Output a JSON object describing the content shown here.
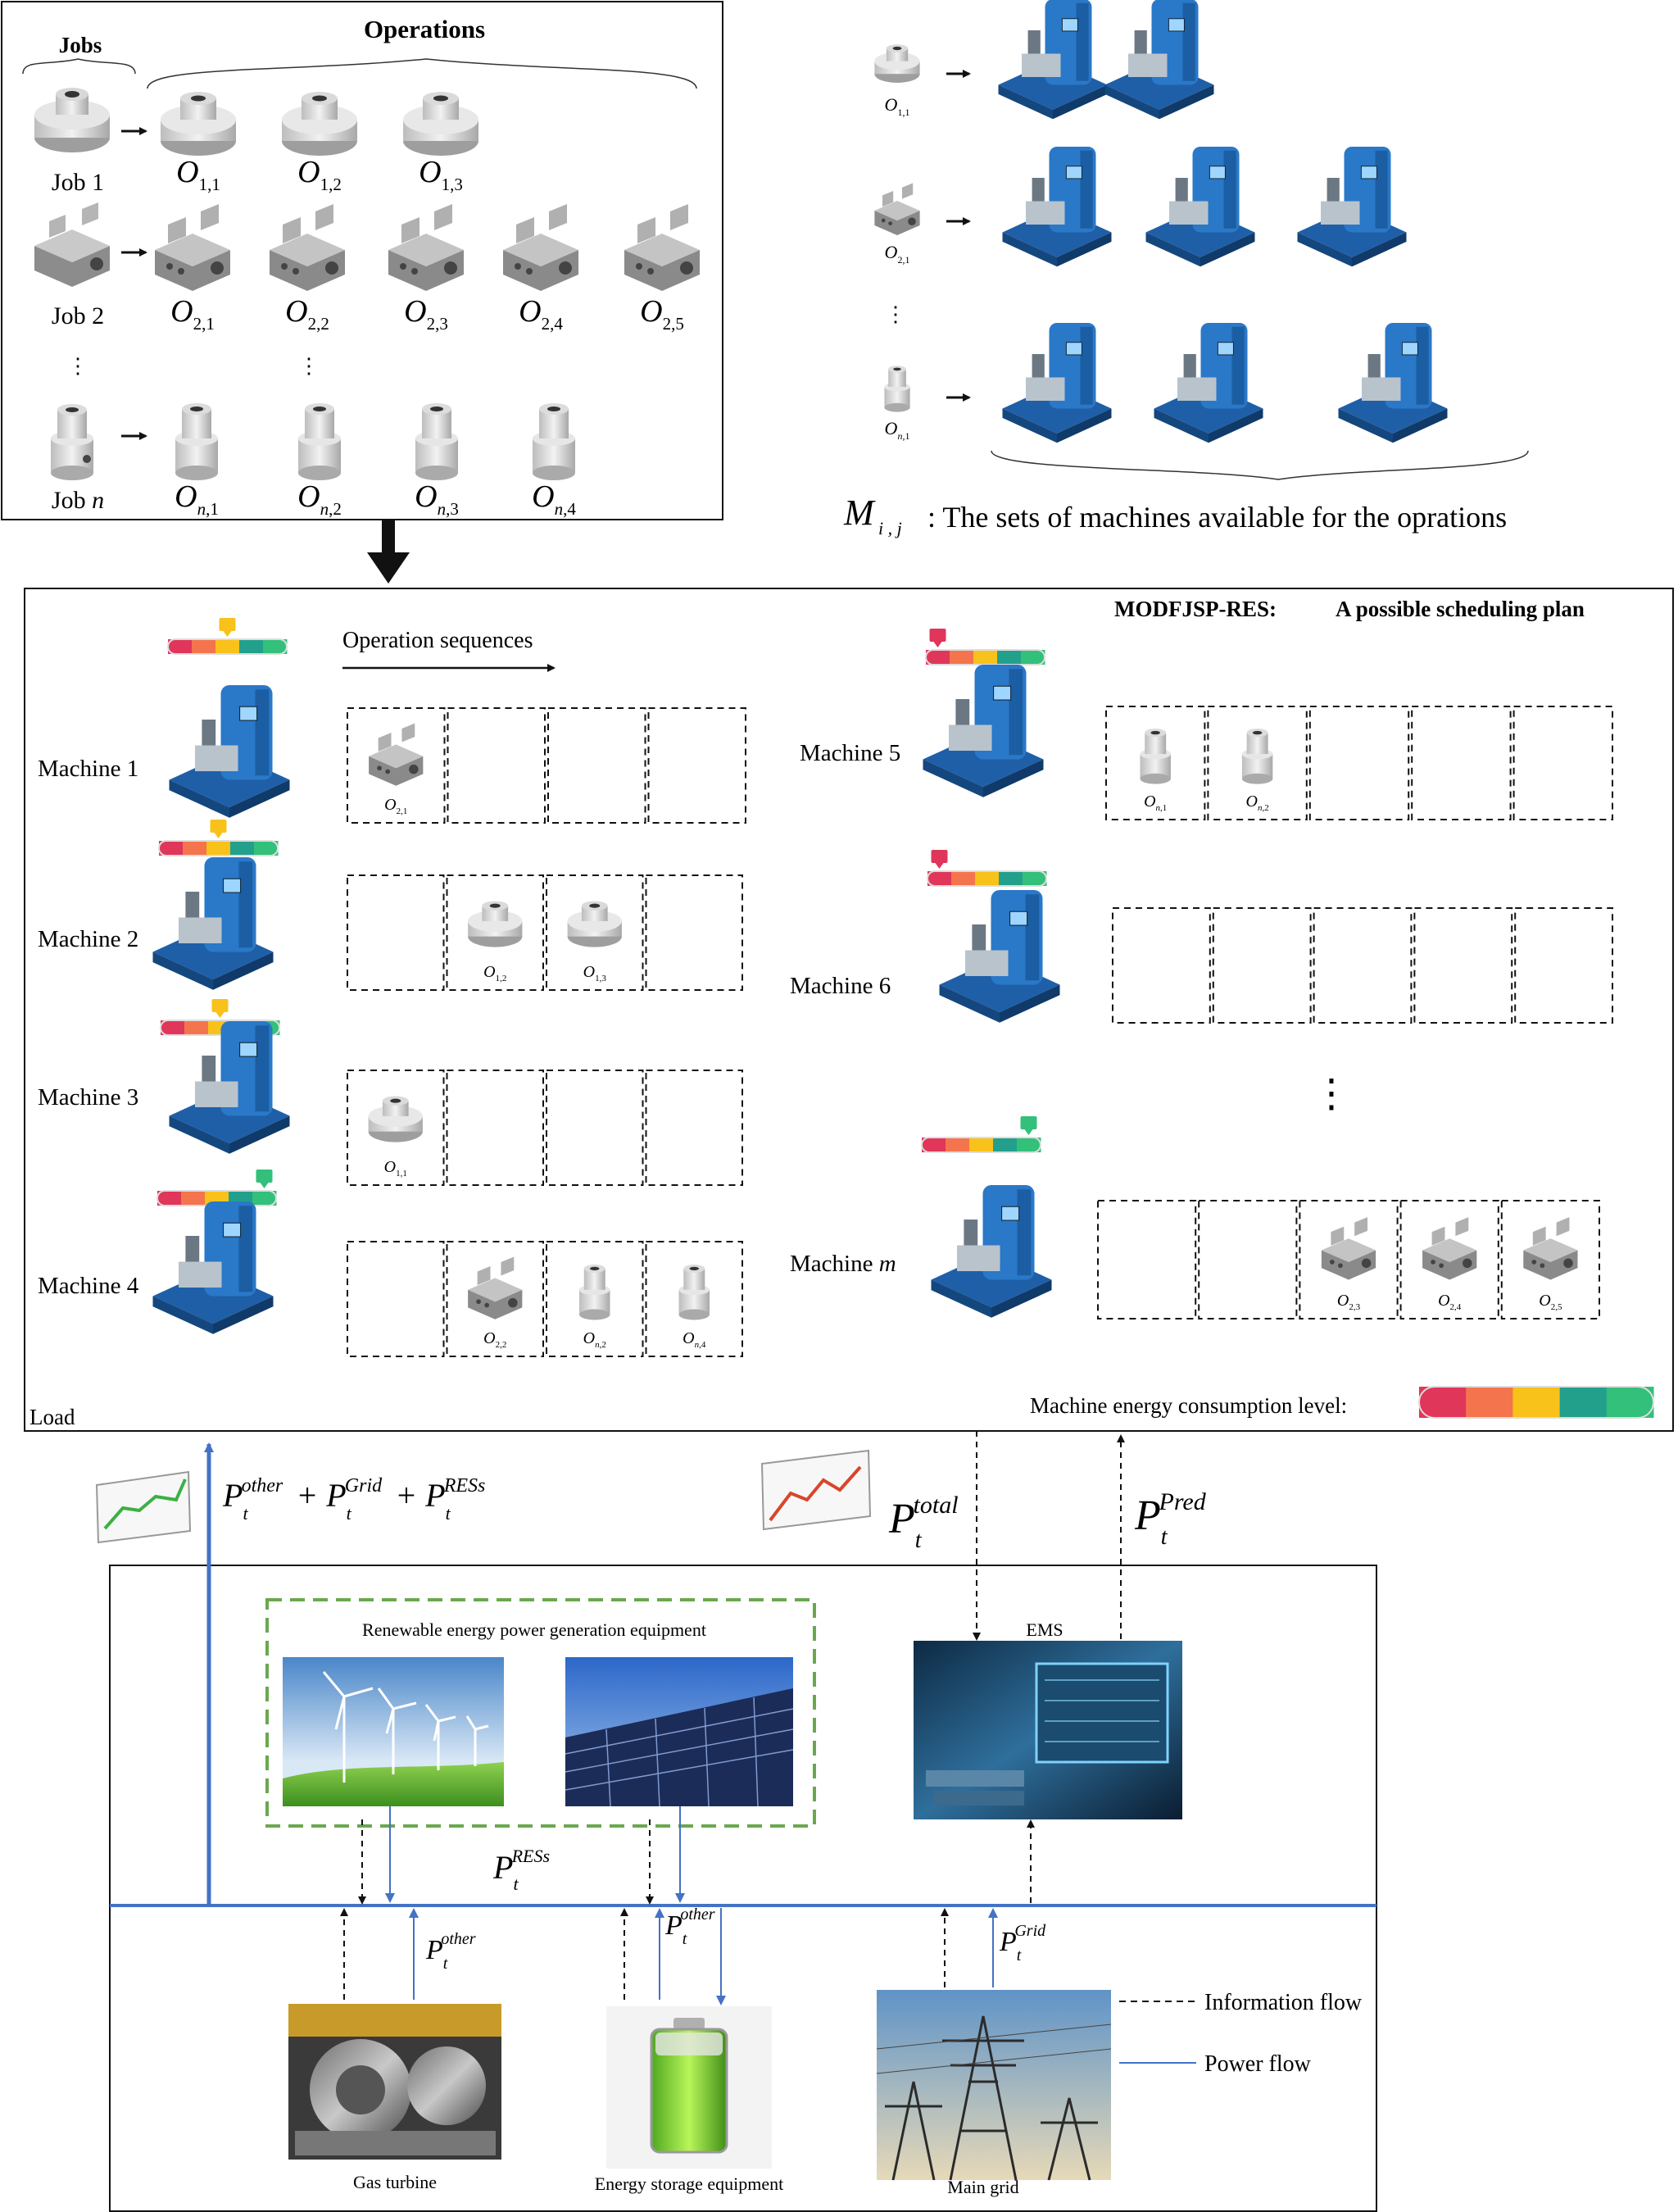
{
  "jobs_panel": {
    "jobs_header": "Jobs",
    "operations_header": "Operations",
    "job_labels": [
      "Job 1",
      "Job 2",
      "Job n"
    ],
    "vertical_ellipsis": "⋮",
    "ops_job1": [
      "O1,1",
      "O1,2",
      "O1,3"
    ],
    "ops_job2": [
      "O2,1",
      "O2,2",
      "O2,3",
      "O2,4",
      "O2,5"
    ],
    "ops_jobn": [
      "On,1",
      "On,2",
      "On,3",
      "On,4"
    ]
  },
  "machine_sets": {
    "rows": [
      "O1,1",
      "O2,1",
      "On,1"
    ],
    "caption_symbol": "M",
    "caption_subscript": "i , j",
    "caption_text": ": The sets of machines available for the oprations"
  },
  "schedule": {
    "title_left": "MODFJSP-RES:",
    "title_right": "A possible scheduling plan",
    "sequence_label": "Operation sequences",
    "load_label": "Load",
    "energy_level_label": "Machine energy consumption level:",
    "energy_colors": [
      "#e0365a",
      "#f4744e",
      "#f8c21a",
      "#23a08c",
      "#32c07a"
    ],
    "machines": [
      {
        "label": "Machine 1",
        "ops": [
          "O2,1",
          "",
          "",
          ""
        ]
      },
      {
        "label": "Machine 2",
        "ops": [
          "",
          "O1,2",
          "O1,3",
          ""
        ]
      },
      {
        "label": "Machine 3",
        "ops": [
          "O1,1",
          "",
          "",
          ""
        ]
      },
      {
        "label": "Machine 4",
        "ops": [
          "",
          "O2,2",
          "On,2",
          "On,4"
        ]
      },
      {
        "label": "Machine 5",
        "ops": [
          "On,1",
          "On,2",
          "",
          "",
          ""
        ]
      },
      {
        "label": "Machine 6",
        "ops": [
          "",
          "",
          "",
          "",
          ""
        ]
      },
      {
        "label": "Machine m",
        "ops": [
          "",
          "",
          "O2,3",
          "O2,4",
          "O2,5"
        ]
      }
    ]
  },
  "energy_system": {
    "flow_labels": {
      "load_supply": "P_t^other + P_t^Grid + P_t^RESs",
      "total": "P_t^total",
      "pred": "P_t^Pred",
      "ress": "P_t^RESs",
      "other": "P_t^other",
      "grid": "P_t^Grid"
    },
    "renewable_title": "Renewable energy power generation equipment",
    "ems_label": "EMS",
    "sources": [
      "Gas turbine",
      "Energy storage equipment",
      "Main grid"
    ],
    "legend": [
      "Information flow",
      "Power flow"
    ],
    "colors": {
      "power": "#4472c4",
      "renewable_box": "#6aa84f"
    }
  }
}
